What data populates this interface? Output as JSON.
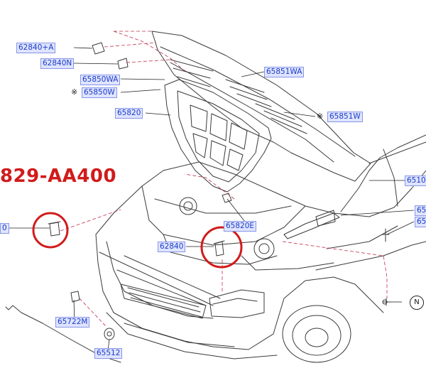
{
  "highlight_part_number": "829-AA400",
  "callouts": {
    "c62840A": "62840+A",
    "c62840N": "62840N",
    "c65850WA": "65850WA",
    "c65850W": "65850W",
    "c65820": "65820",
    "c65851WA": "65851WA",
    "c65851W": "65851W",
    "c6510": "6510",
    "c65": "65",
    "c65b": "65",
    "c65820E": "65820E",
    "c62840": "62840",
    "c0": "0",
    "c65722M": "65722M",
    "c65512": "65512"
  },
  "symbols": {
    "star1": "※",
    "star2": "※",
    "n_marker": "N"
  },
  "colors": {
    "callout_text": "#1a3cc8",
    "callout_bg": "#dfe4ff",
    "highlight_red": "#d11b1b",
    "line_art": "#333333"
  }
}
